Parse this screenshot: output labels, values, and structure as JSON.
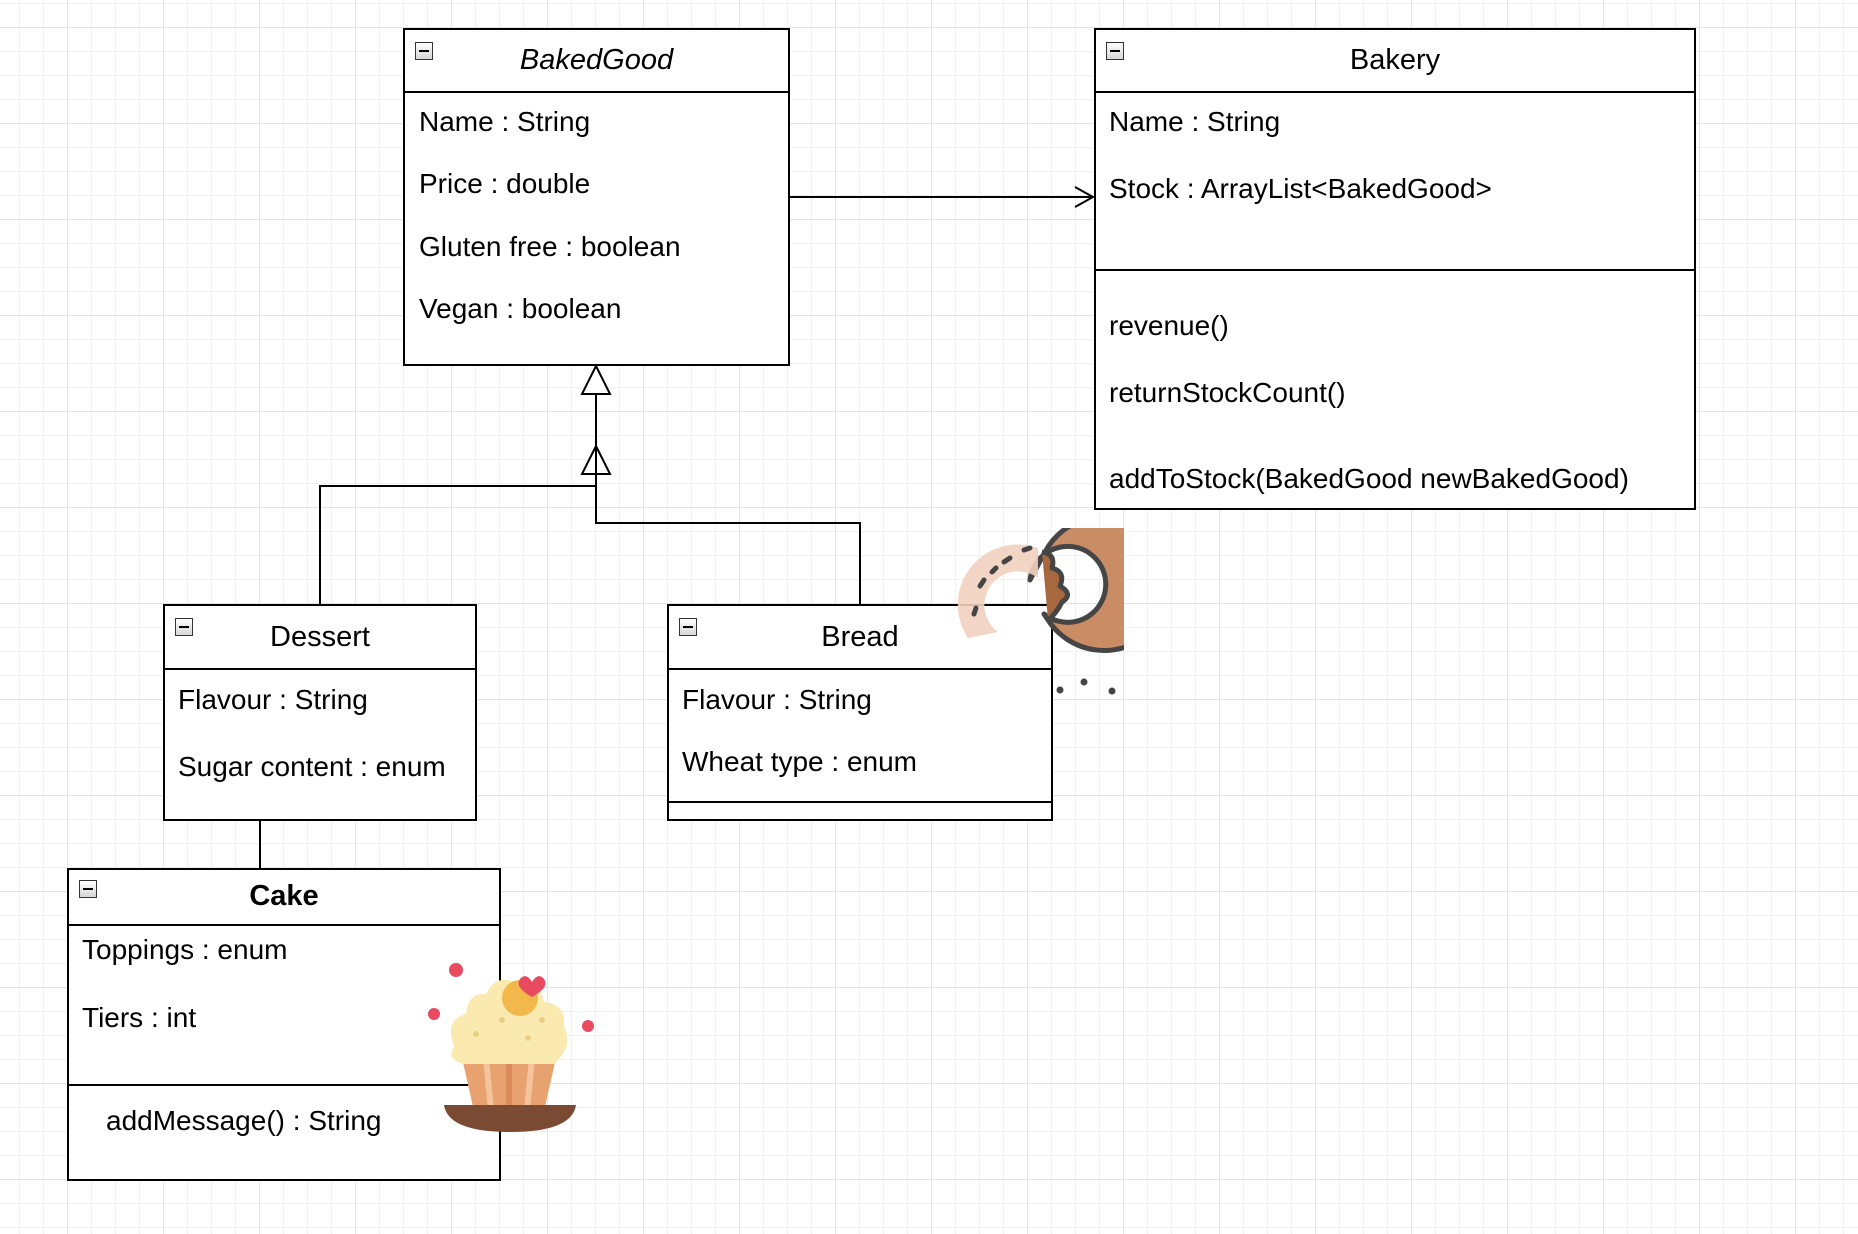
{
  "classes": {
    "baked_good": {
      "title": "BakedGood",
      "attributes": [
        "Name : String",
        "Price : double",
        "Gluten free : boolean",
        "Vegan : boolean"
      ]
    },
    "bakery": {
      "title": "Bakery",
      "attributes": [
        "Name : String",
        "Stock : ArrayList<BakedGood>"
      ],
      "methods": [
        "revenue()",
        "returnStockCount()",
        "addToStock(BakedGood newBakedGood)"
      ]
    },
    "dessert": {
      "title": "Dessert",
      "attributes": [
        "Flavour : String",
        "Sugar content : enum"
      ]
    },
    "bread": {
      "title": "Bread",
      "attributes": [
        "Flavour : String",
        "Wheat type : enum"
      ]
    },
    "cake": {
      "title": "Cake",
      "attributes": [
        "Toppings : enum",
        "Tiers : int"
      ],
      "methods": [
        "addMessage() : String"
      ]
    }
  },
  "icons": [
    "collapse-icon",
    "donut-icon",
    "cupcake-icon"
  ],
  "colors": {
    "line": "#000000",
    "grid": "#e3e3e3",
    "donut_dough": "#c98c64",
    "donut_glaze": "#f2d0c0",
    "cupcake_cream": "#fbeab0",
    "cupcake_wrapper": "#e8a270",
    "cupcake_tray": "#7a4a33",
    "sprinkle_red": "#e84a5f"
  }
}
